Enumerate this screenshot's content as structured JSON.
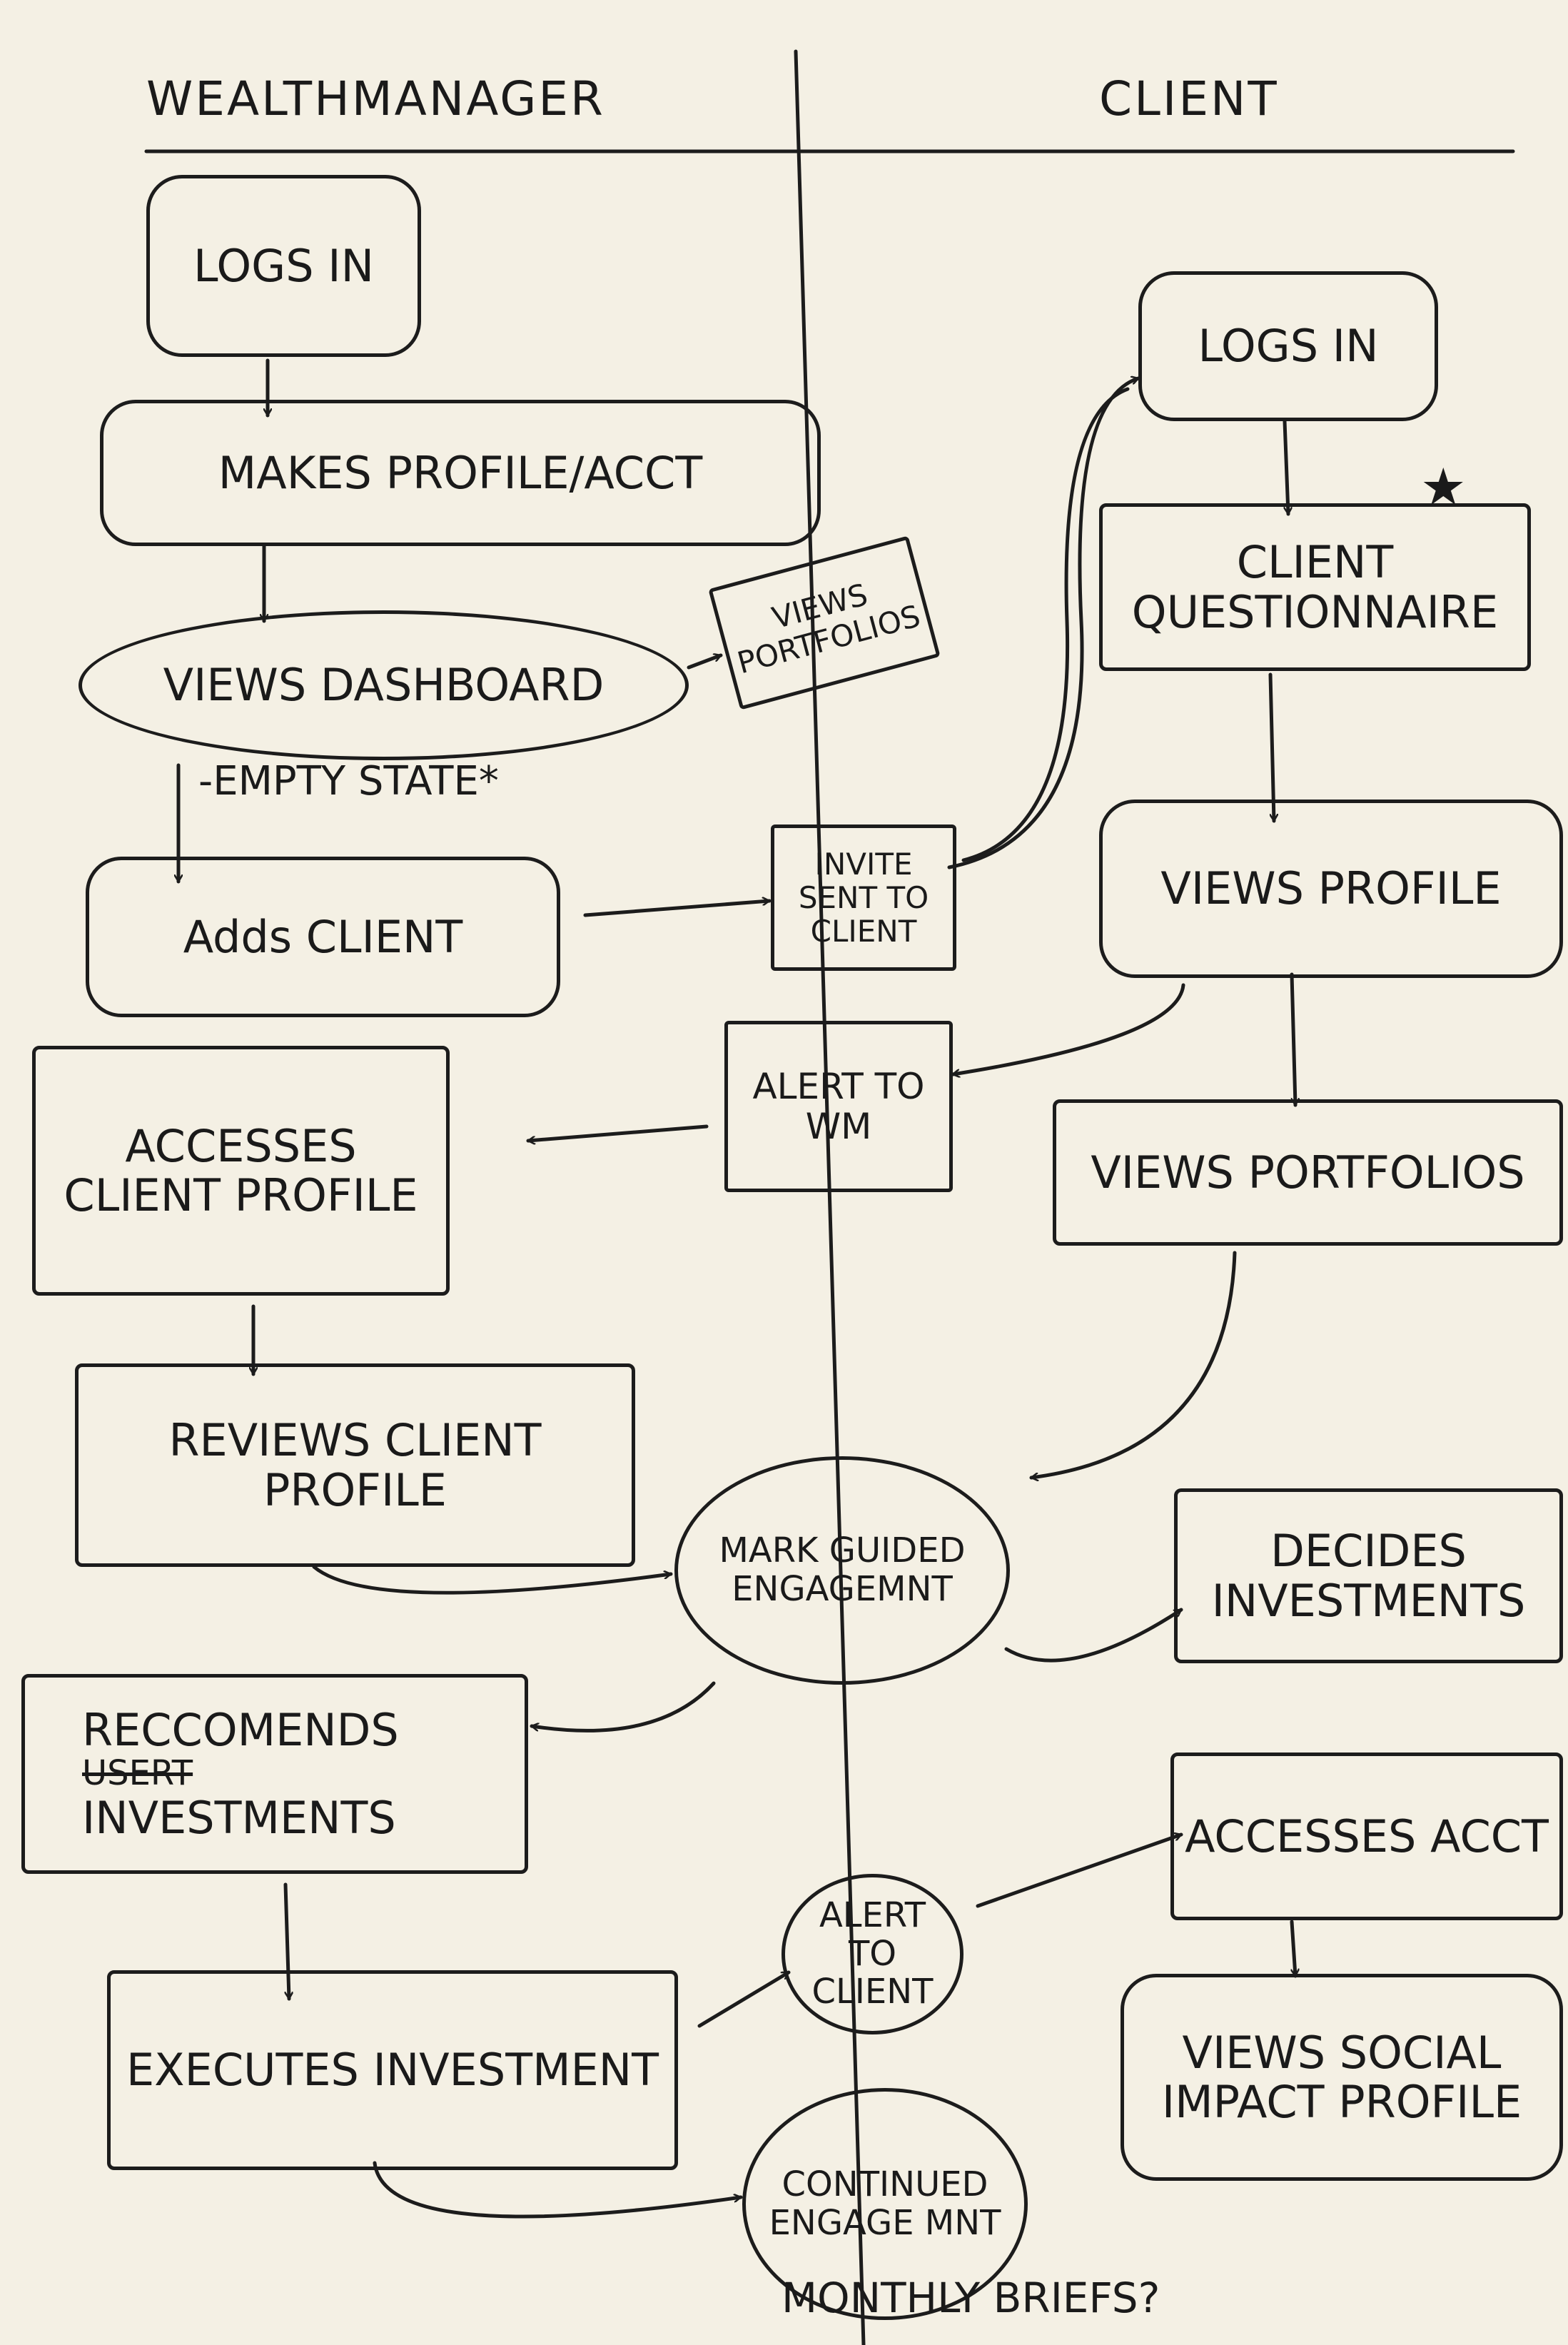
{
  "lanes": {
    "left": "WEALTHMANAGER",
    "right": "CLIENT"
  },
  "wm": {
    "logs_in": "LOGS IN",
    "makes_profile": "MAKES PROFILE/ACCT",
    "views_dashboard": "VIEWS DASHBOARD",
    "empty_state": "-EMPTY STATE*",
    "views_portfolios": "VIEWS PORTFOLIOS",
    "adds_client": "Adds CLIENT",
    "accesses_client_profile": "ACCESSES CLIENT PROFILE",
    "reviews_client_profile": "REVIEWS CLIENT PROFILE",
    "reccomends": "RECCOMENDS",
    "struck_word": "USERT",
    "investments": "INVESTMENTS",
    "executes_investment": "EXECUTES INVESTMENT"
  },
  "shared": {
    "invite_sent": "INVITE SENT TO CLIENT",
    "alert_to_wm": "ALERT TO WM",
    "mark_guided": "MARK GUIDED ENGAGEMNT",
    "alert_to_client": "ALERT TO CLIENT",
    "continued_engagement": "CONTINUED ENGAGE MNT",
    "monthly_briefs": "MONTHLY BRIEFS?"
  },
  "client": {
    "logs_in": "LOGS IN",
    "questionnaire": "CLIENT QUESTIONNAIRE",
    "star": "★",
    "views_profile": "VIEWS PROFILE",
    "views_portfolios": "VIEWS PORTFOLIOS",
    "decides_investments": "DECIDES INVESTMENTS",
    "accesses_acct": "ACCESSES ACCT",
    "views_social_impact": "VIEWS SOCIAL IMPACT PROFILE"
  }
}
